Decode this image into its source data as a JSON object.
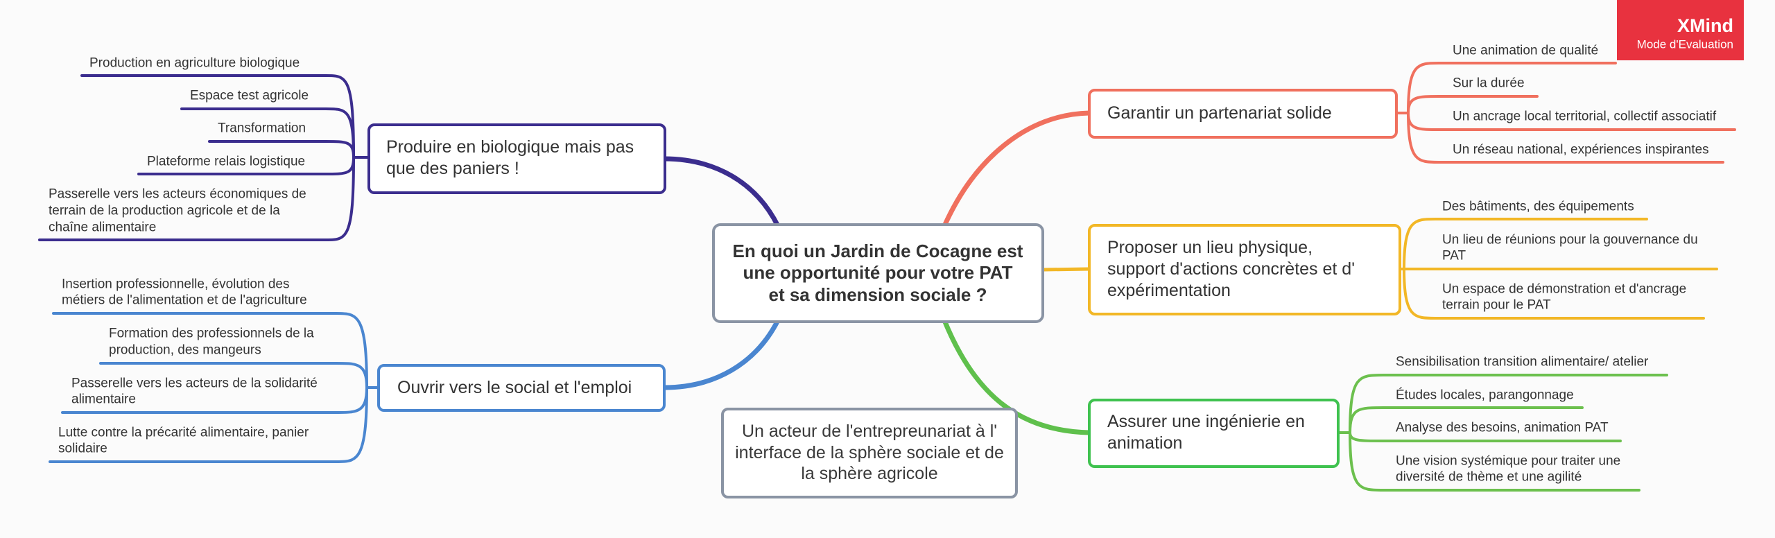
{
  "badge": {
    "title": "XMind",
    "subtitle": "Mode d'Evaluation"
  },
  "colors": {
    "purple": "#3b2d8e",
    "blue": "#4a86d0",
    "red": "#f0705e",
    "yellow": "#f2b726",
    "green": "#5fc04c",
    "central_border": "#8a94a4",
    "badge_bg": "#e8323f"
  },
  "central": {
    "lines": [
      "En quoi un Jardin de Cocagne est",
      "une opportunité pour votre PAT",
      "et sa dimension sociale ?"
    ]
  },
  "note": {
    "lines": [
      "Un acteur de l'entrepreunariat à l'",
      "interface de la sphère sociale et de",
      "la sphère agricole"
    ]
  },
  "produire": {
    "lines": [
      "Produire en biologique mais pas",
      "que des paniers !"
    ],
    "children": [
      {
        "lines": [
          "Production en agriculture biologique"
        ]
      },
      {
        "lines": [
          "Espace test agricole"
        ]
      },
      {
        "lines": [
          "Transformation"
        ]
      },
      {
        "lines": [
          "Plateforme relais logistique"
        ]
      },
      {
        "lines": [
          "Passerelle vers les acteurs économiques de",
          "terrain de la production agricole et de la",
          "chaîne alimentaire"
        ]
      }
    ]
  },
  "ouvrir": {
    "lines": [
      "Ouvrir vers le social et l'emploi"
    ],
    "children": [
      {
        "lines": [
          "Insertion professionnelle, évolution des",
          "métiers de l'alimentation et de l'agriculture"
        ]
      },
      {
        "lines": [
          "Formation des professionnels de la",
          "production, des mangeurs"
        ]
      },
      {
        "lines": [
          "Passerelle vers les acteurs de la solidarité",
          "alimentaire"
        ]
      },
      {
        "lines": [
          "Lutte contre la précarité alimentaire, panier",
          "solidaire"
        ]
      }
    ]
  },
  "garantir": {
    "lines": [
      "Garantir un partenariat solide"
    ],
    "children": [
      {
        "lines": [
          "Une animation de qualité"
        ]
      },
      {
        "lines": [
          "Sur la durée"
        ]
      },
      {
        "lines": [
          "Un ancrage local territorial, collectif associatif"
        ]
      },
      {
        "lines": [
          "Un réseau national, expériences inspirantes"
        ]
      }
    ]
  },
  "proposer": {
    "lines": [
      "Proposer un lieu physique,",
      "support d'actions concrètes et d'",
      "expérimentation"
    ],
    "children": [
      {
        "lines": [
          "Des bâtiments, des équipements"
        ]
      },
      {
        "lines": [
          "Un lieu de réunions pour la gouvernance du",
          "PAT"
        ]
      },
      {
        "lines": [
          "Un espace de démonstration et d'ancrage",
          "terrain pour le PAT"
        ]
      }
    ]
  },
  "assurer": {
    "lines": [
      "Assurer une ingénierie en",
      "animation"
    ],
    "children": [
      {
        "lines": [
          "Sensibilisation transition alimentaire/ atelier"
        ]
      },
      {
        "lines": [
          "Études locales, parangonnage"
        ]
      },
      {
        "lines": [
          "Analyse des besoins, animation PAT"
        ]
      },
      {
        "lines": [
          "Une vision systémique pour traiter une",
          "diversité de thème et une agilité"
        ]
      }
    ]
  }
}
